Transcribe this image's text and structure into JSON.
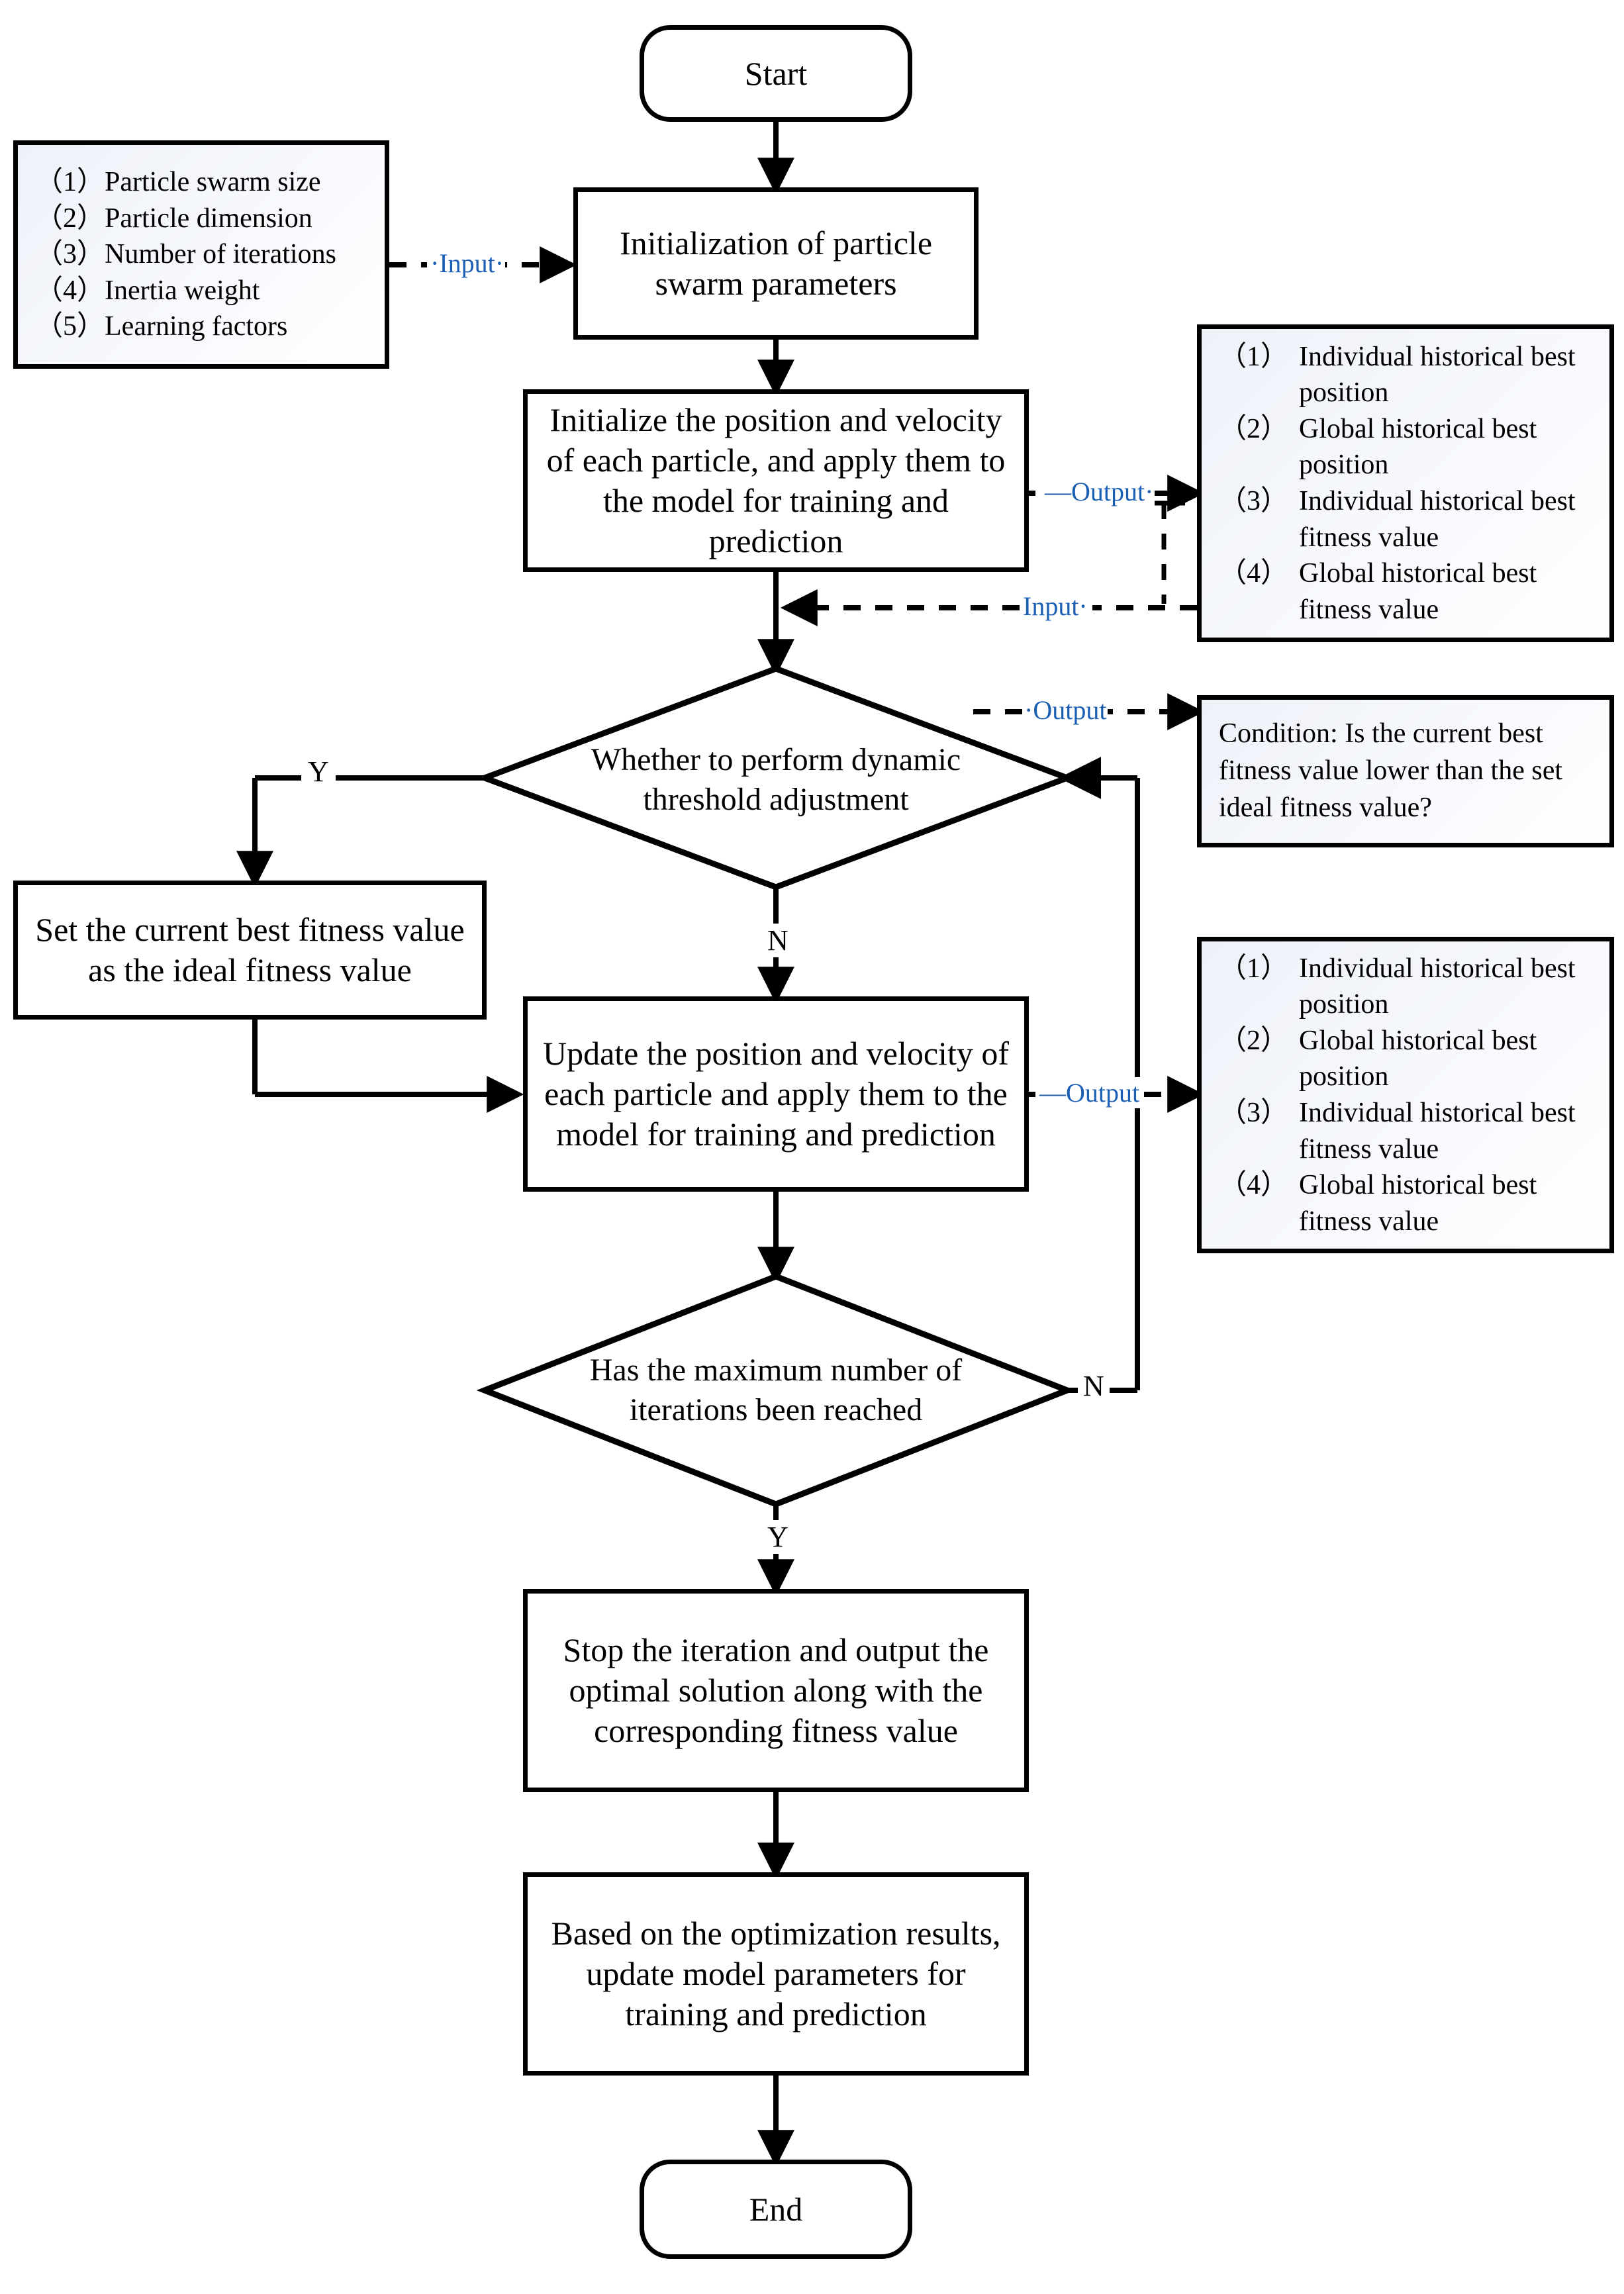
{
  "diagram": {
    "type": "flowchart",
    "title": "Particle swarm optimization flowchart",
    "accent_color": "#1a5fb4",
    "line_color": "#000000",
    "note_fill": "#eef1f8"
  },
  "nodes": {
    "start": {
      "label": "Start",
      "shape": "terminator"
    },
    "init_params": {
      "label": "Initialization of particle swarm parameters",
      "shape": "process"
    },
    "init_pos_vel": {
      "label": "Initialize the position and velocity of each particle, and apply them to the model for training and prediction",
      "shape": "process"
    },
    "decision_threshold": {
      "label": "Whether to perform dynamic threshold adjustment",
      "shape": "decision"
    },
    "set_ideal": {
      "label": "Set the current best fitness value as the ideal fitness value",
      "shape": "process"
    },
    "update_pos_vel": {
      "label": "Update the position and velocity of each particle and apply them to the model for training and prediction",
      "shape": "process"
    },
    "decision_max_iter": {
      "label": "Has the maximum number of iterations been reached",
      "shape": "decision"
    },
    "stop_output": {
      "label": "Stop the iteration and output the optimal solution along with the corresponding fitness value",
      "shape": "process"
    },
    "update_model": {
      "label": "Based on the optimization results, update model parameters for training and prediction",
      "shape": "process"
    },
    "end": {
      "label": "End",
      "shape": "terminator"
    }
  },
  "notes": {
    "input_params": {
      "items": [
        {
          "num": "（1）",
          "text": "Particle swarm size"
        },
        {
          "num": "（2）",
          "text": "Particle dimension"
        },
        {
          "num": "（3）",
          "text": "Number of iterations"
        },
        {
          "num": "（4）",
          "text": "Inertia weight"
        },
        {
          "num": "（5）",
          "text": "Learning factors"
        }
      ]
    },
    "output_top": {
      "items": [
        {
          "num": "（1）",
          "text": "Individual historical best position"
        },
        {
          "num": "（2）",
          "text": "Global historical best position"
        },
        {
          "num": "（3）",
          "text": "Individual historical best fitness value"
        },
        {
          "num": "（4）",
          "text": "Global historical best fitness value"
        }
      ]
    },
    "output_bottom": {
      "items": [
        {
          "num": "（1）",
          "text": "Individual historical best position"
        },
        {
          "num": "（2）",
          "text": "Global historical best position"
        },
        {
          "num": "（3）",
          "text": "Individual historical best fitness value"
        },
        {
          "num": "（4）",
          "text": "Global historical best fitness value"
        }
      ]
    },
    "condition": {
      "text": "Condition: Is the current best fitness value lower than the set ideal fitness value?"
    }
  },
  "edge_labels": {
    "input_to_init": "·Input·",
    "output_from_init_pos": "—Output·",
    "input_back_to_flow": "Input·",
    "output_to_condition": "·Output",
    "output_from_update": "—Output",
    "yes_threshold": "Y",
    "no_threshold": "N",
    "no_max_iter": "N",
    "yes_max_iter": "Y"
  }
}
